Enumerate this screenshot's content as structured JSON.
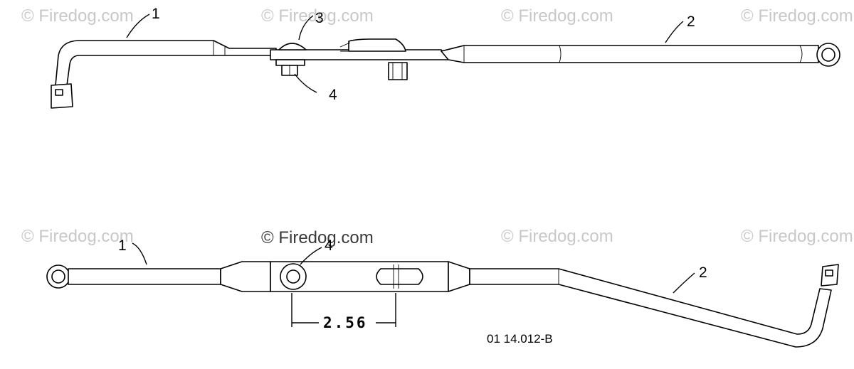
{
  "watermark": {
    "text": "© Firedog.com",
    "center_text": "© Firedog.com"
  },
  "callouts": {
    "top_1": "1",
    "top_2": "2",
    "top_3": "3",
    "top_4": "4",
    "bottom_1": "1",
    "bottom_2": "2",
    "bottom_4": "4"
  },
  "dimension": {
    "value": "2.56"
  },
  "drawing_ref": "01 14.012-B"
}
